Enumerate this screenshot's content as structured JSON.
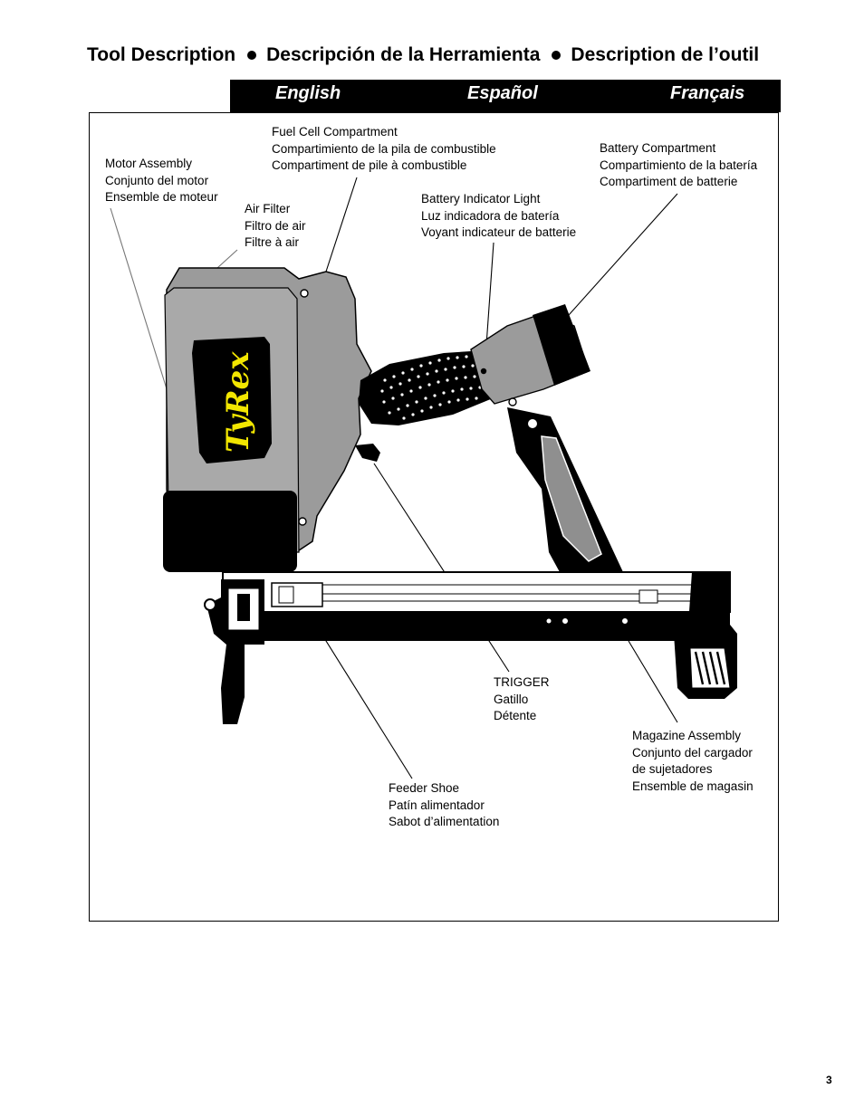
{
  "heading": {
    "part1": "Tool Description",
    "part2": "Descripción de la Herramienta",
    "part3": "Description de l’outil"
  },
  "languages": {
    "english": "English",
    "spanish": "Español",
    "french": "Français"
  },
  "logo_text": "TyRex",
  "labels": {
    "motor": [
      "Motor Assembly",
      "Conjunto del motor",
      "Ensemble de moteur"
    ],
    "air_filter": [
      "Air Filter",
      "Filtro de air",
      "Filtre à air"
    ],
    "fuel_cell": [
      "Fuel Cell Compartment",
      "Compartimiento de la pila de combustible",
      "Compartiment de pile à combustible"
    ],
    "battery_light": [
      "Battery Indicator Light",
      "Luz indicadora de batería",
      "Voyant indicateur de batterie"
    ],
    "battery_compartment": [
      "Battery Compartment",
      "Compartimiento de la batería",
      "Compartiment de batterie"
    ],
    "trigger": [
      "TRIGGER",
      "Gatillo",
      "Détente"
    ],
    "magazine": [
      "Magazine Assembly",
      "Conjunto del cargador",
      "de sujetadores",
      "Ensemble de magasin"
    ],
    "feeder": [
      "Feeder Shoe",
      "Patín alimentador",
      "Sabot d’alimentation"
    ]
  },
  "page_number": "3"
}
